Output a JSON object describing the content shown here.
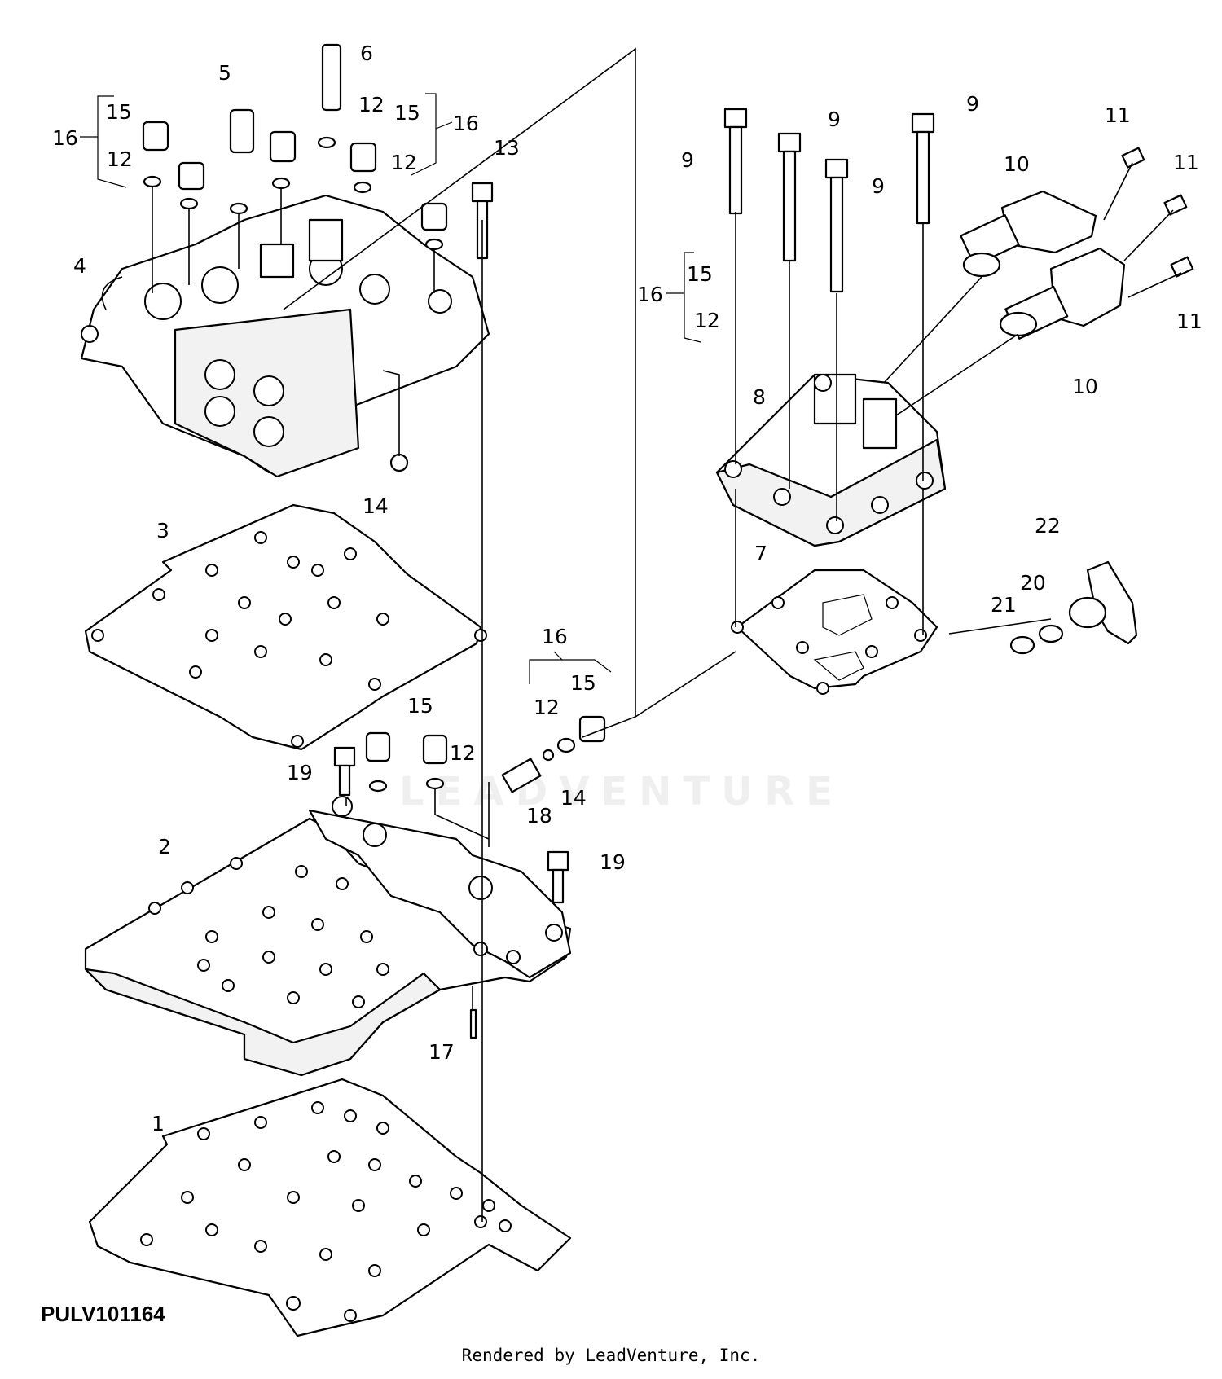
{
  "image_code": "PULV101164",
  "footer": "Rendered by LeadVenture, Inc.",
  "watermark": "LEADVENTURE",
  "callouts": {
    "c1": "1",
    "c2": "2",
    "c3": "3",
    "c4": "4",
    "c5": "5",
    "c6": "6",
    "c7": "7",
    "c8": "8",
    "c9": "9",
    "c10": "10",
    "c11": "11",
    "c12": "12",
    "c13": "13",
    "c14": "14",
    "c15": "15",
    "c16": "16",
    "c17": "17",
    "c18": "18",
    "c19": "19",
    "c20": "20",
    "c21": "21",
    "c22": "22"
  }
}
